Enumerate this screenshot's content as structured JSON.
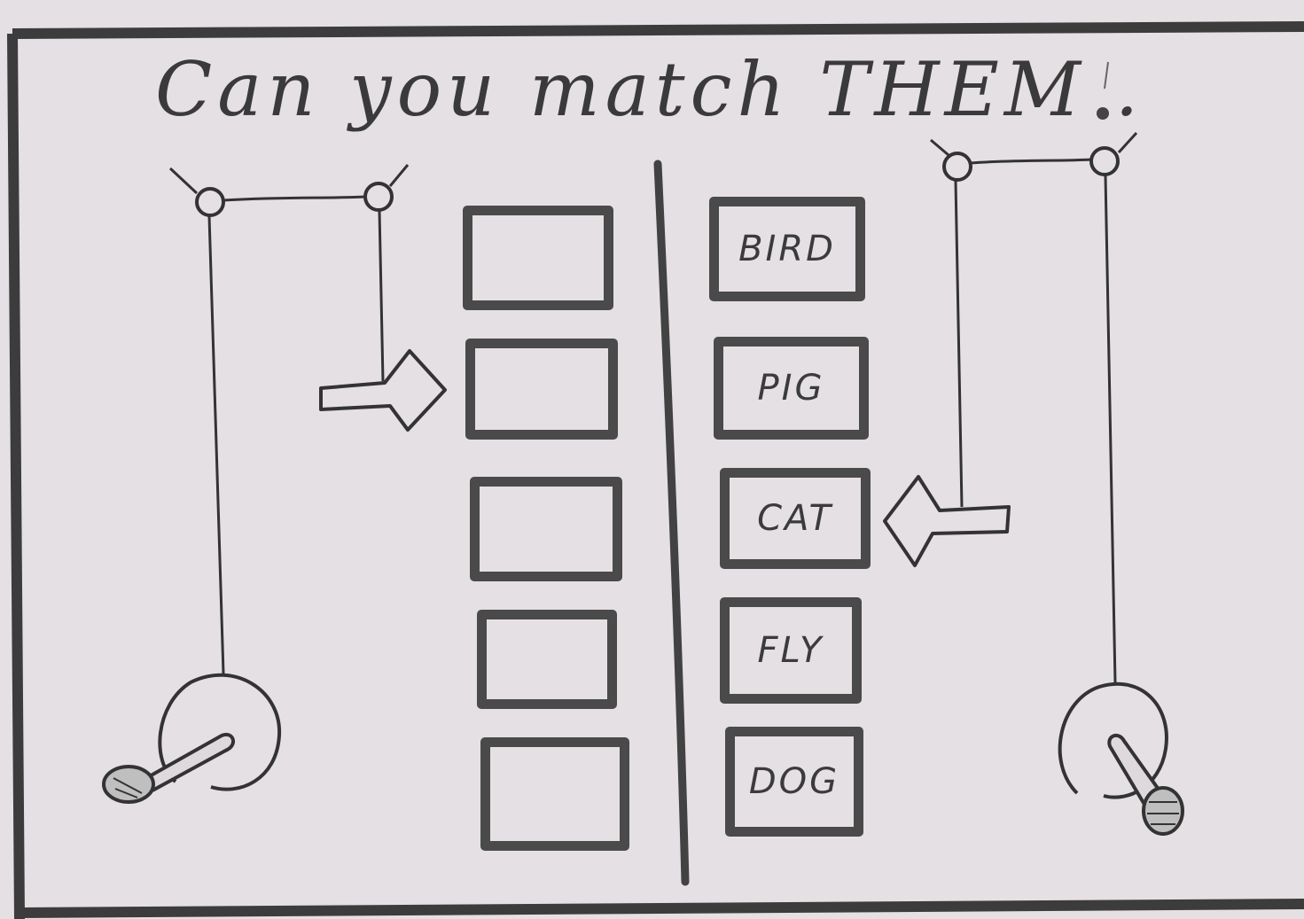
{
  "title": "Can you match THEM .",
  "left_column": {
    "slots": [
      "",
      "",
      "",
      "",
      ""
    ]
  },
  "right_column": {
    "words": [
      "BIRD",
      "PIG",
      "CAT",
      "FLY",
      "DOG"
    ]
  },
  "controls": {
    "left_joystick": "left-joystick-icon",
    "right_joystick": "right-joystick-icon",
    "left_arrow_pointer": "arrow-right-icon",
    "right_arrow_pointer": "arrow-left-icon"
  },
  "colors": {
    "background": "#e4e0e4",
    "ink": "#3f3f3f"
  }
}
